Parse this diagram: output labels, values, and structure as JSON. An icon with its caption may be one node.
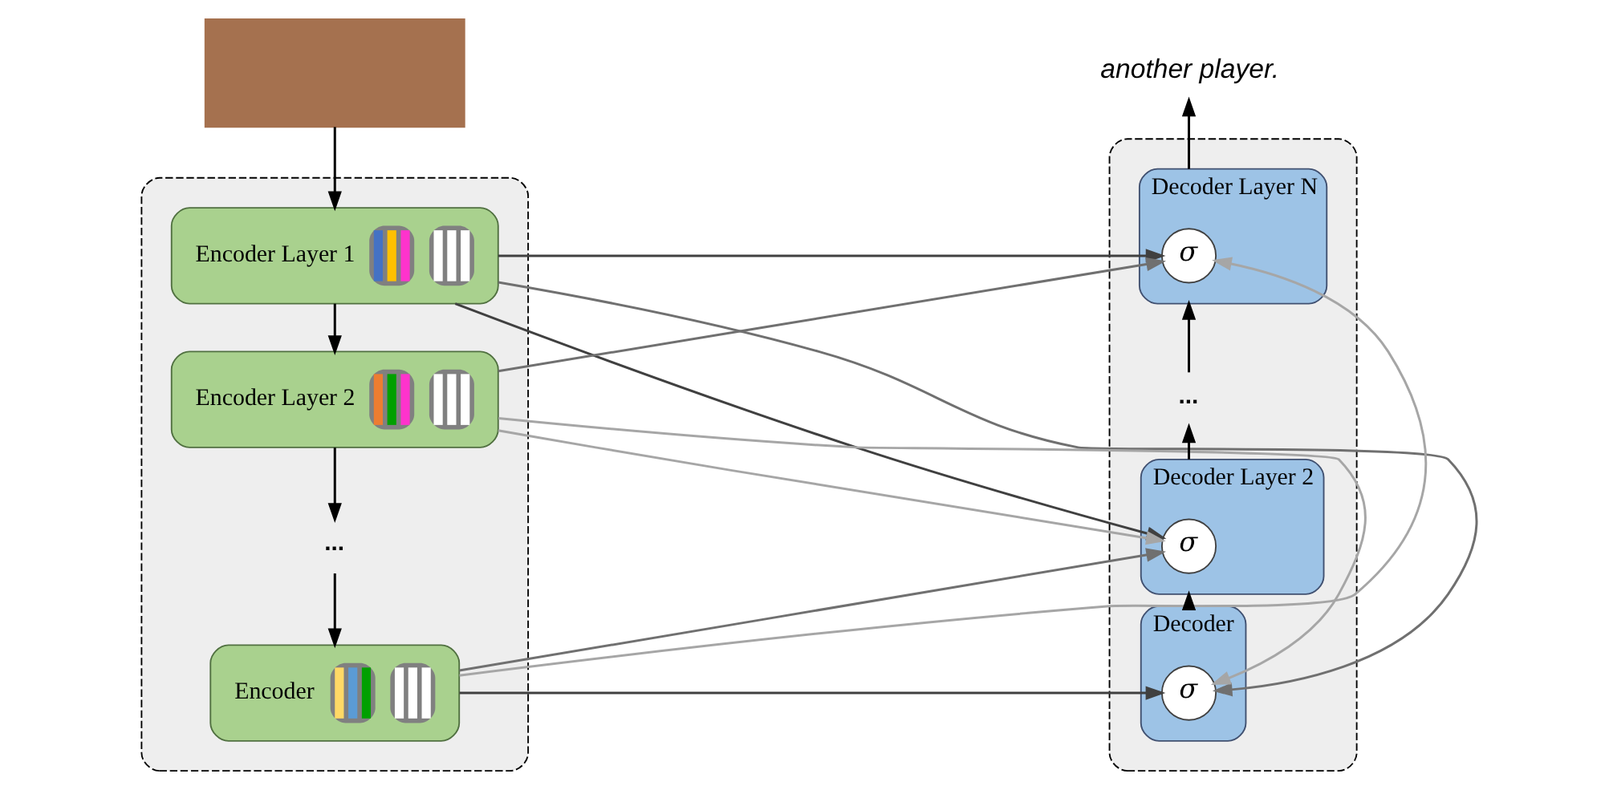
{
  "diagram": {
    "nodes": [
      {
        "text": [],
        "shape": "box"
      },
      {
        "text": [
          "another player."
        ]
      },
      {
        "text": [],
        "shape": "box"
      },
      {
        "text": [
          "Encoder Layer 1"
        ],
        "in": 2
      },
      {
        "text": [
          "Encoder Layer 2"
        ],
        "in": 2
      },
      {
        "text": [
          "..."
        ],
        "in": 2
      },
      {
        "text": [
          "Encoder"
        ],
        "in": 2
      },
      {
        "text": [],
        "shape": "box"
      },
      {
        "text": [
          "Decoder Layer N"
        ],
        "in": 7
      },
      {
        "text": [
          "σ"
        ],
        "in": 8
      },
      {
        "text": [
          "..."
        ],
        "in": 7
      },
      {
        "text": [
          "Decoder Layer 2"
        ],
        "in": 7
      },
      {
        "text": [
          "σ"
        ],
        "in": 11
      },
      {
        "text": [
          "Decoder"
        ],
        "in": 7
      },
      {
        "text": [
          "σ"
        ],
        "in": 13
      }
    ],
    "edges": [
      {
        "from": 0,
        "to": 3,
        "arrow": "to"
      },
      {
        "from": 3,
        "to": 4,
        "arrow": "to"
      },
      {
        "from": 4,
        "to": 5,
        "arrow": "to"
      },
      {
        "from": 5,
        "to": 6,
        "arrow": "to"
      },
      {
        "from": 8,
        "to": 1,
        "arrow": "to"
      },
      {
        "from": 10,
        "to": 8,
        "arrow": "to"
      },
      {
        "from": 11,
        "to": 10,
        "arrow": "to"
      },
      {
        "from": 13,
        "to": 11,
        "arrow": "to"
      },
      {
        "from": 3,
        "to": 9,
        "arrow": "to",
        "color": "#404040"
      },
      {
        "from": 3,
        "to": 12,
        "arrow": "to",
        "color": "#404040"
      },
      {
        "from": 3,
        "to": 14,
        "arrow": "to",
        "color": "#707070"
      },
      {
        "from": 4,
        "to": 9,
        "arrow": "to",
        "color": "#707070"
      },
      {
        "from": 4,
        "to": 12,
        "arrow": "to",
        "color": "#a6a6a6"
      },
      {
        "from": 4,
        "to": 14,
        "arrow": "to",
        "color": "#a6a6a6"
      },
      {
        "from": 6,
        "to": 9,
        "arrow": "to",
        "color": "#a6a6a6"
      },
      {
        "from": 6,
        "to": 12,
        "arrow": "to",
        "color": "#707070"
      },
      {
        "from": 6,
        "to": 14,
        "arrow": "to",
        "color": "#404040"
      }
    ]
  }
}
